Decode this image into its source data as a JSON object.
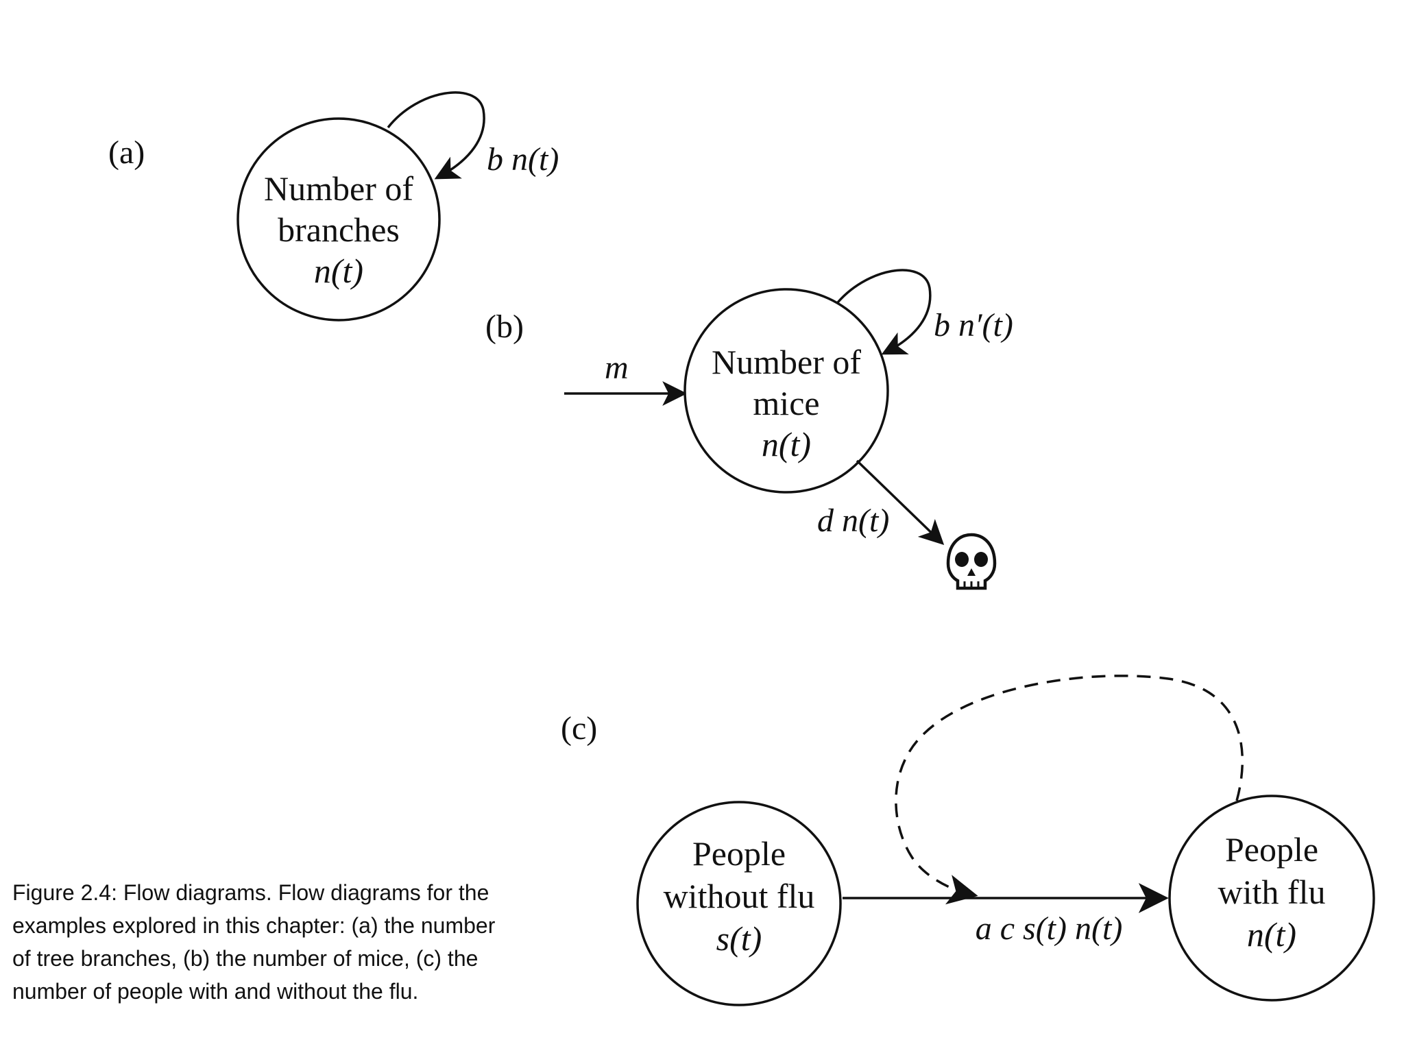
{
  "panels": {
    "a": {
      "label": "(a)",
      "node": {
        "line1": "Number of",
        "line2": "branches",
        "line3": "n(t)"
      },
      "self_loop_label": "b n(t)"
    },
    "b": {
      "label": "(b)",
      "inflow_label": "m",
      "node": {
        "line1": "Number of",
        "line2": "mice",
        "line3": "n(t)"
      },
      "self_loop_label": "b n′(t)",
      "outflow_label": "d n(t)",
      "sink_icon": "skull-icon"
    },
    "c": {
      "label": "(c)",
      "source_node": {
        "line1": "People",
        "line2": "without flu",
        "line3": "s(t)"
      },
      "target_node": {
        "line1": "People",
        "line2": "with flu",
        "line3": "n(t)"
      },
      "flow_label": "a c s(t) n(t)"
    }
  },
  "caption": {
    "line1": "Figure 2.4: Flow diagrams. Flow diagrams for the",
    "line2": "examples explored in this chapter: (a) the number",
    "line3": "of tree branches, (b) the number of mice, (c) the",
    "line4": "number of people with and without the flu."
  }
}
